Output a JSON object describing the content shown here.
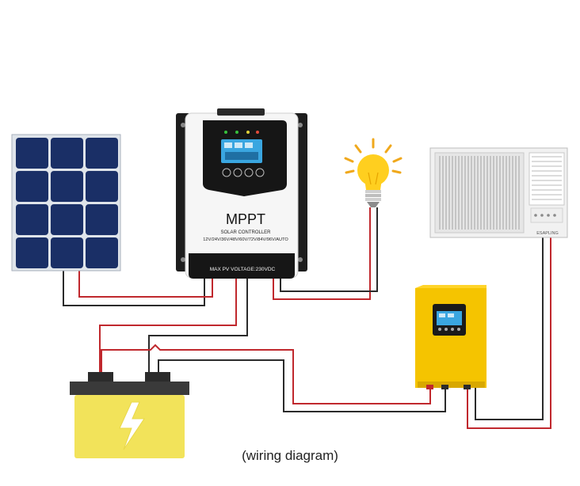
{
  "controller": {
    "title": "MPPT",
    "subtitle": "SOLAR CONTROLLER",
    "voltages": "12V/24V/36V/48V/60V/72V/84V/96V/AUTO",
    "max_pv": "MAX PV VOLTAGE:230VDC"
  },
  "aircon": {
    "brand": "ESAPLING"
  },
  "caption": "(wiring diagram)",
  "colors": {
    "wire_red": "#c0282d",
    "wire_dark": "#2b2b2b",
    "battery": "#f2e35a",
    "inverter": "#f5c400",
    "panel_cell": "#1a2f66"
  }
}
